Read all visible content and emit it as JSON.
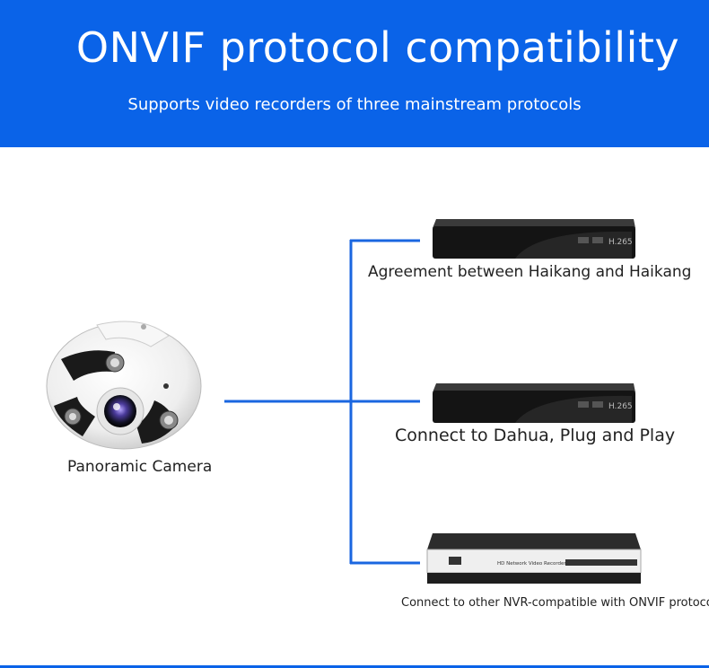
{
  "header": {
    "title": "ONVIF protocol compatibility",
    "subtitle": "Supports video recorders of three mainstream protocols",
    "color": "#0a63e8"
  },
  "camera": {
    "label": "Panoramic Camera",
    "icon": "fisheye-camera-icon"
  },
  "recorders": [
    {
      "label": "Agreement between Haikang and Haikang",
      "icon": "nvr-recorder-icon",
      "badge": "H.265"
    },
    {
      "label": "Connect to Dahua, Plug and Play",
      "icon": "nvr-recorder-icon",
      "badge": "H.265"
    },
    {
      "label": "Connect to other NVR-compatible with ONVIF protocol",
      "icon": "nvr-recorder-silver-icon",
      "panel_text": "HD Network Video Recorder"
    }
  ],
  "connector_color": "#1a66e0"
}
